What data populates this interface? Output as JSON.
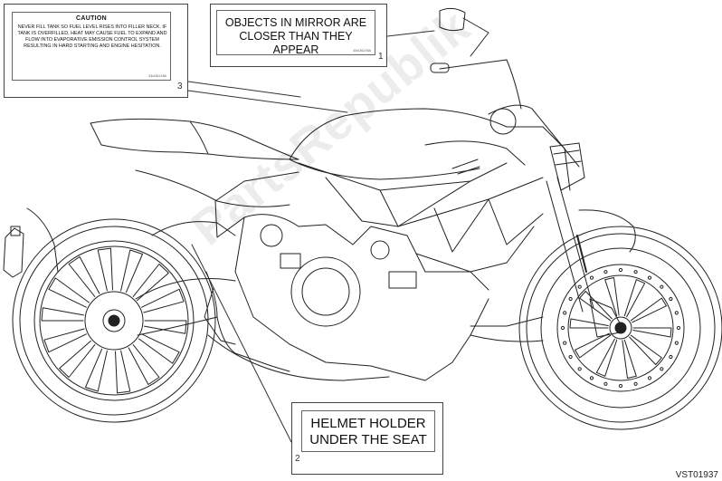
{
  "decals": {
    "caution": {
      "title": "CAUTION",
      "text": "NEVER FILL TANK SO FUEL LEVEL RISES INTO FILLER NECK. IF TANK IS OVERFILLED, HEAT MAY CAUSE FUEL TO EXPAND AND FLOW INTO EVAPORATIVE EMISSION CONTROL SYSTEM RESULTING IN HARD STARTING AND ENGINE HESITATION.",
      "code": "43x1811X5A",
      "callout": "3"
    },
    "mirror": {
      "line1": "OBJECTS IN MIRROR ARE",
      "line2": "CLOSER THAN THEY APPEAR",
      "code": "43x1811X5A",
      "callout": "1"
    },
    "helmet": {
      "line1": "HELMET HOLDER",
      "line2": "UNDER THE SEAT",
      "callout": "2"
    }
  },
  "watermark": "PartsRepublik",
  "drawing_code": "VST01937"
}
